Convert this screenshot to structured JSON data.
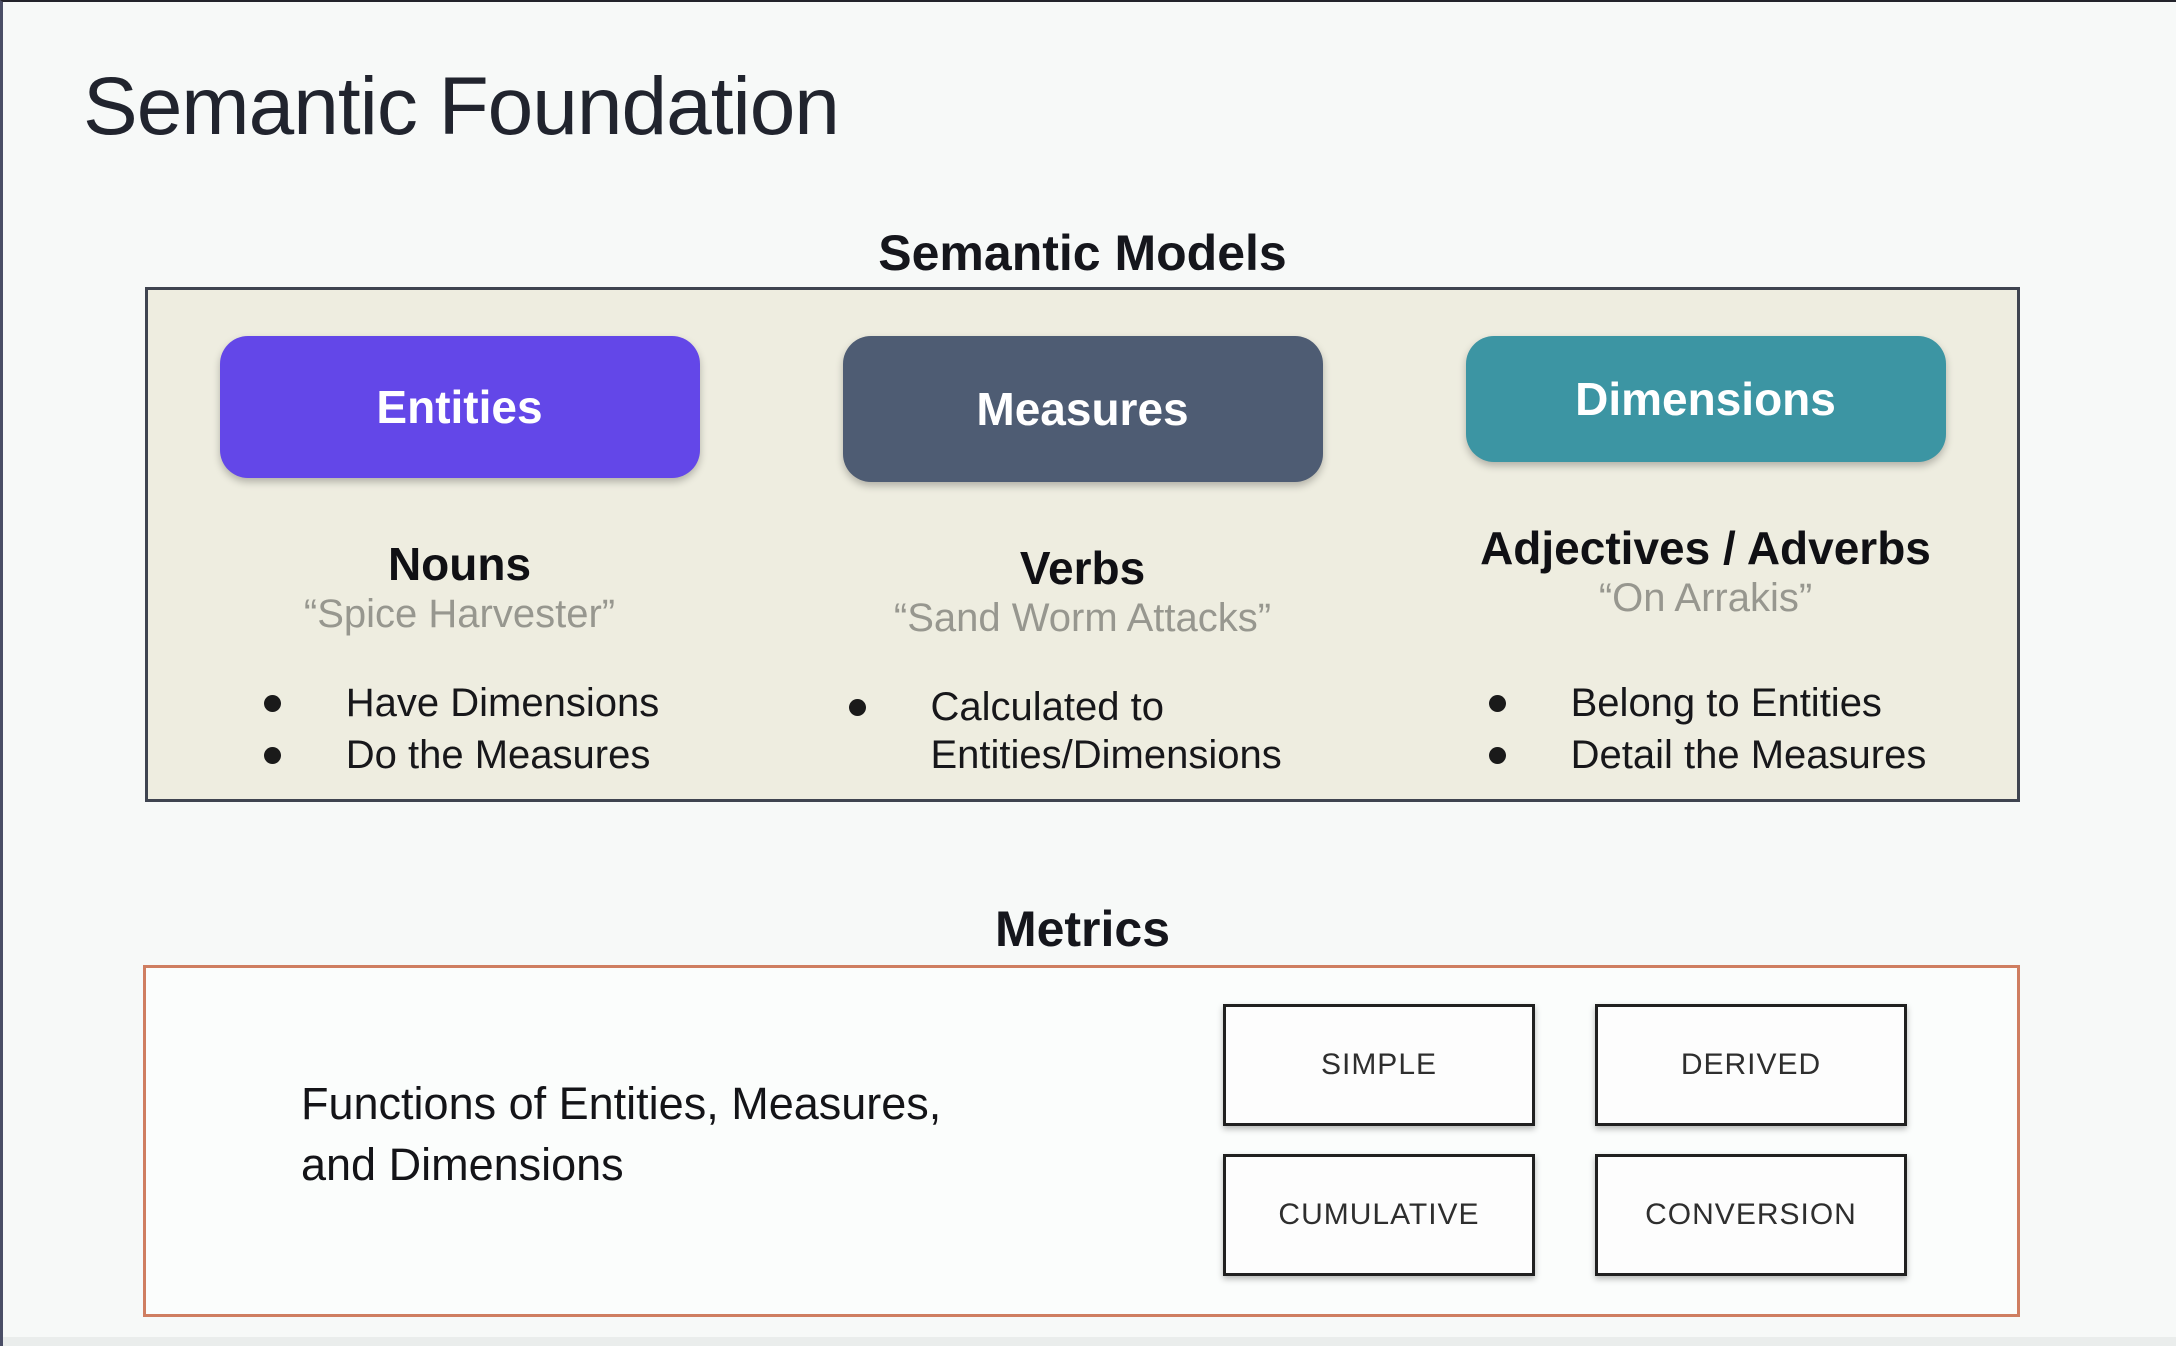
{
  "page": {
    "title": "Semantic Foundation"
  },
  "semantic_models": {
    "title": "Semantic Models",
    "columns": [
      {
        "button": "Entities",
        "heading": "Nouns",
        "quote": "“Spice Harvester”",
        "bullets": [
          "Have Dimensions",
          "Do the Measures"
        ]
      },
      {
        "button": "Measures",
        "heading": "Verbs",
        "quote": "“Sand Worm Attacks”",
        "bullets": [
          "Calculated to Entities/Dimensions"
        ]
      },
      {
        "button": "Dimensions",
        "heading": "Adjectives / Adverbs",
        "quote": "“On Arrakis”",
        "bullets": [
          "Belong to Entities",
          "Detail the Measures"
        ]
      }
    ]
  },
  "metrics": {
    "title": "Metrics",
    "description_line1": "Functions of Entities, Measures,",
    "description_line2": "and Dimensions",
    "types": [
      "SIMPLE",
      "DERIVED",
      "CUMULATIVE",
      "CONVERSION"
    ]
  },
  "colors": {
    "entities_fill": "#6347e8",
    "measures_fill": "#4e5c73",
    "dimensions_fill": "#3c95a3",
    "metrics_border": "#cf7e61",
    "panel_beige": "#eeede0"
  }
}
